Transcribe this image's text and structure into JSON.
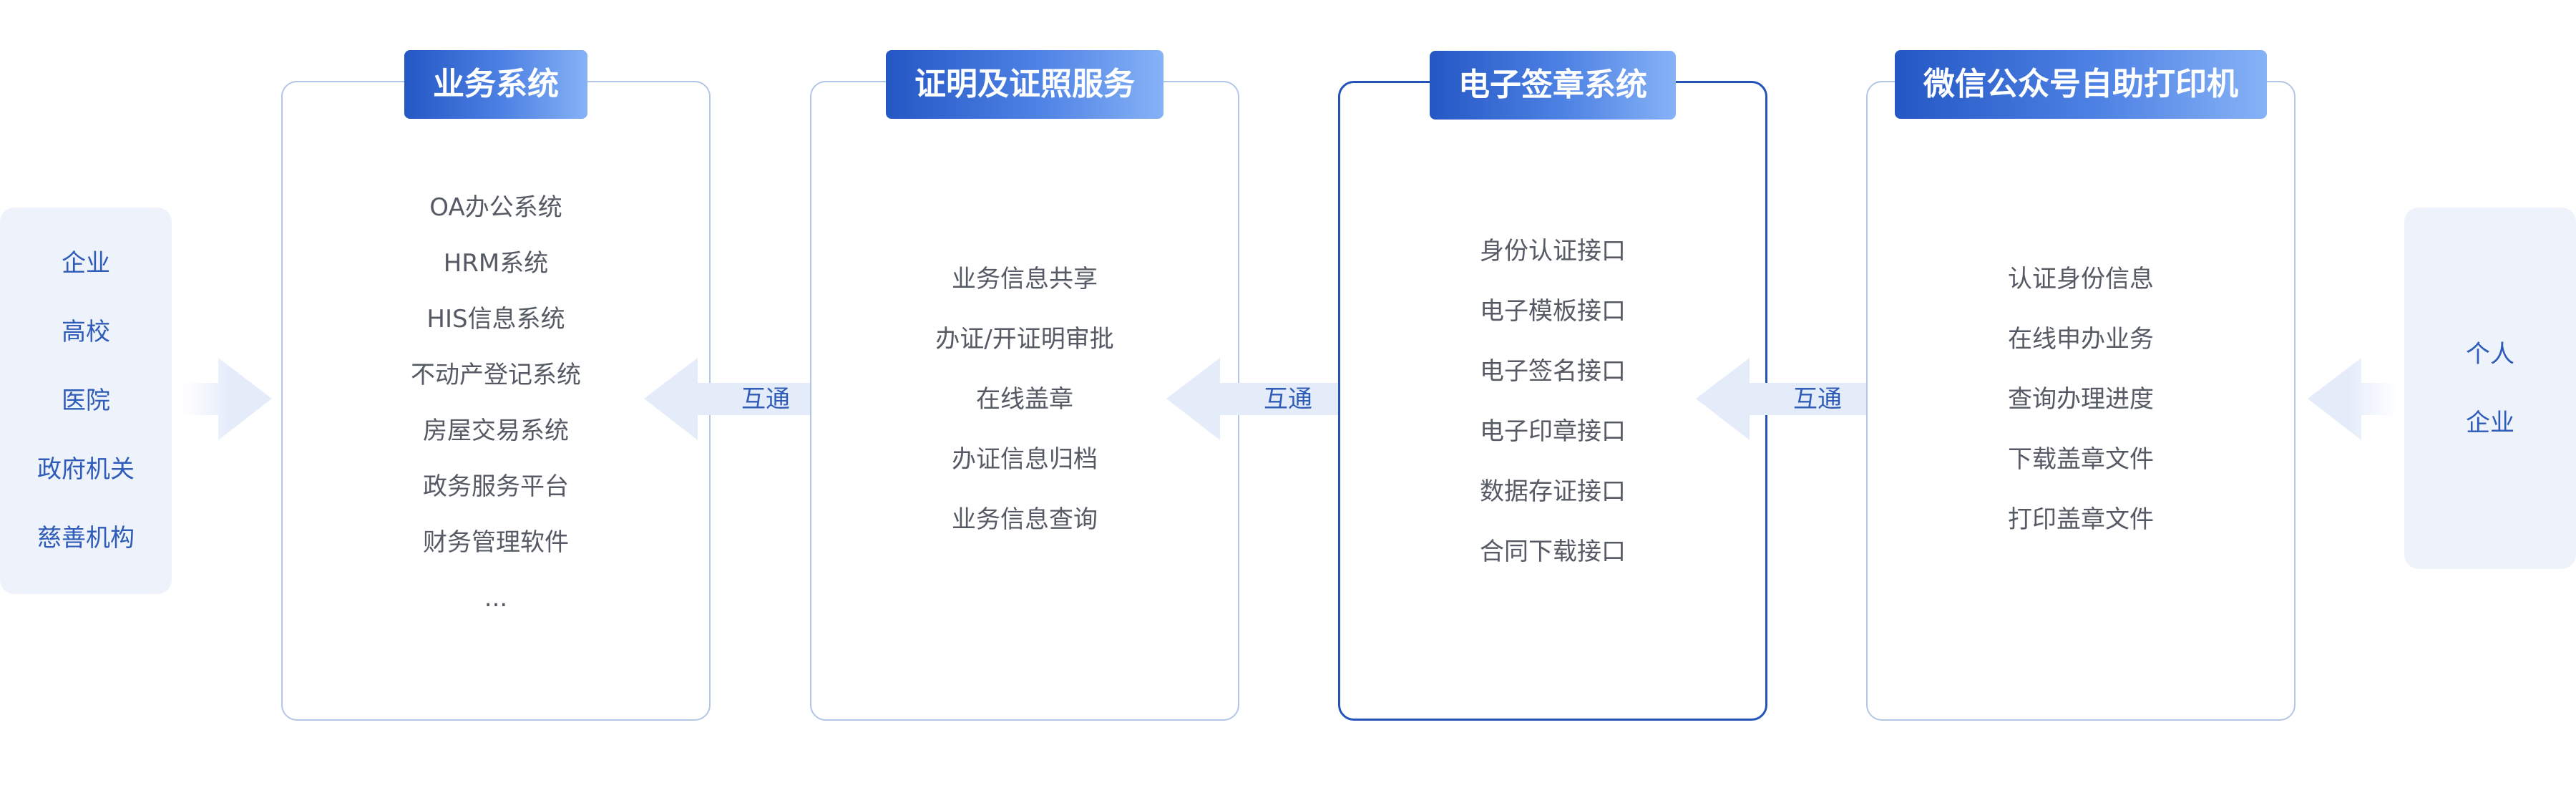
{
  "left_panel": {
    "items": [
      "企业",
      "高校",
      "医院",
      "政府机关",
      "慈善机构"
    ]
  },
  "right_panel": {
    "items": [
      "个人",
      "企业"
    ]
  },
  "boxes": [
    {
      "title": "业务系统",
      "items": [
        "OA办公系统",
        "HRM系统",
        "HIS信息系统",
        "不动产登记系统",
        "房屋交易系统",
        "政务服务平台",
        "财务管理软件",
        "..."
      ]
    },
    {
      "title": "证明及证照服务",
      "items": [
        "业务信息共享",
        "办证/开证明审批",
        "在线盖章",
        "办证信息归档",
        "业务信息查询"
      ]
    },
    {
      "title": "电子签章系统",
      "items": [
        "身份认证接口",
        "电子模板接口",
        "电子签名接口",
        "电子印章接口",
        "数据存证接口",
        "合同下载接口"
      ]
    },
    {
      "title": "微信公众号自助打印机",
      "items": [
        "认证身份信息",
        "在线申办业务",
        "查询办理进度",
        "下载盖章文件",
        "打印盖章文件"
      ]
    }
  ],
  "connectors": {
    "label_1": "互通",
    "label_2": "互通",
    "label_3": "互通"
  },
  "colors": {
    "accent": "#2554b8",
    "title_gradient_start": "#2457c4",
    "title_gradient_end": "#86b2f6",
    "panel_bg": "#eef3fb",
    "arrow_fill": "#e4ecfa",
    "box_border": "#b4c6e6",
    "text": "#555a64",
    "side_text": "#2f5cb8"
  }
}
